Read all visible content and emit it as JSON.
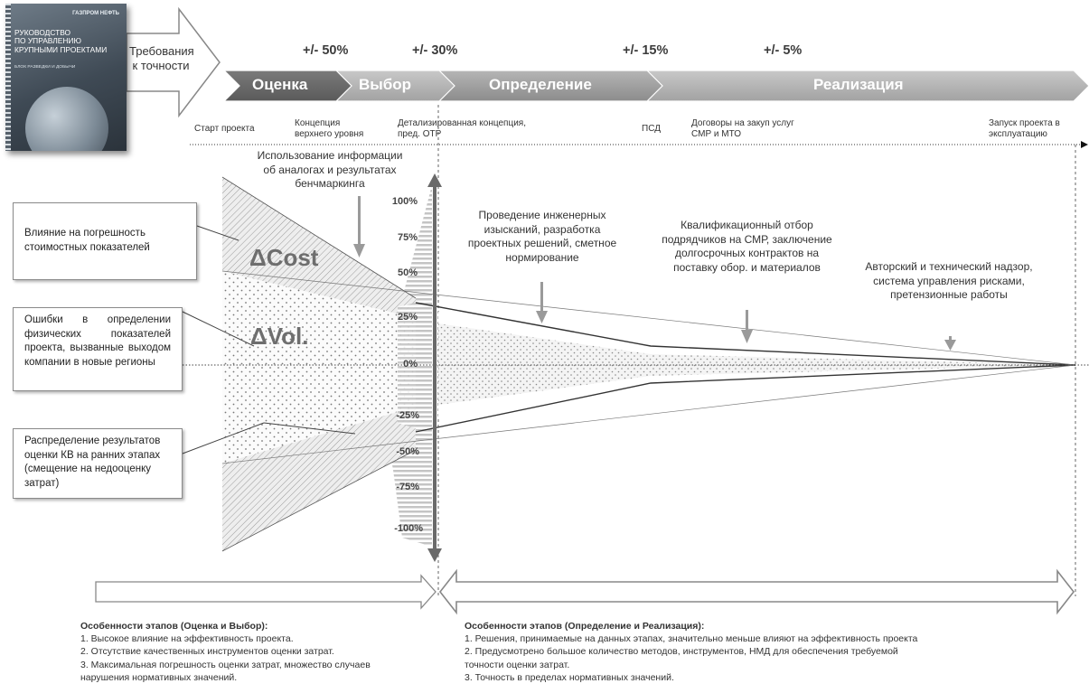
{
  "book": {
    "logo": "ГАЗПРОМ НЕФТЬ",
    "title_lines": [
      "РУКОВОДСТВО",
      "ПО УПРАВЛЕНИЮ",
      "КРУПНЫМИ ПРОЕКТАМИ"
    ],
    "subtitle": "БЛОК РАЗВЕДКИ И ДОБЫЧИ"
  },
  "requirements_label": "Требования к точности",
  "accuracy": [
    "+/- 50%",
    "+/- 30%",
    "+/- 15%",
    "+/- 5%"
  ],
  "phases": [
    "Оценка",
    "Выбор",
    "Определение",
    "Реализация"
  ],
  "milestones": [
    "Старт проекта",
    "Концепция верхнего уровня",
    "Детализированная концепция, пред. ОТР",
    "ПСД",
    "Договоры на закуп услуг СМР и МТО",
    "Запуск проекта в эксплуатацию"
  ],
  "info_note": "Использование информации об аналогах и результатах бенчмаркинга",
  "boxes": [
    "Влияние на погрешность стоимостных показателей",
    "Ошибки в определении физических показателей проекта, вызванные выходом компании в новые регионы",
    "Распределение результатов оценки КВ на ранних этапах (смещение на недооценку затрат)"
  ],
  "area_labels": {
    "cost": "ΔCost",
    "vol": "ΔVol."
  },
  "y_ticks": [
    "100%",
    "75%",
    "50%",
    "25%",
    "0%",
    "-25%",
    "-50%",
    "-75%",
    "-100%"
  ],
  "stage_notes": [
    "Проведение инженерных изысканий, разработка проектных решений, сметное нормирование",
    "Квалификационный отбор подрядчиков на СМР, заключение долгосрочных контрактов на поставку обор. и материалов",
    "Авторский и технический надзор, система управления рисками, претензионные работы"
  ],
  "footer_left": {
    "title": "Особенности этапов (Оценка и Выбор):",
    "items": [
      "1. Высокое влияние на эффективность проекта.",
      "2. Отсутствие качественных инструментов оценки затрат.",
      "3. Максимальная погрешность оценки затрат, множество случаев нарушения нормативных значений."
    ]
  },
  "footer_right": {
    "title": "Особенности этапов (Определение и Реализация):",
    "items": [
      "1. Решения, принимаемые на данных этапах, значительно меньше влияют на эффективность проекта",
      "2. Предусмотрено большое количество методов, инструментов, НМД для обеспечения требуемой точности оценки затрат.",
      "3. Точность в пределах нормативных значений."
    ]
  }
}
